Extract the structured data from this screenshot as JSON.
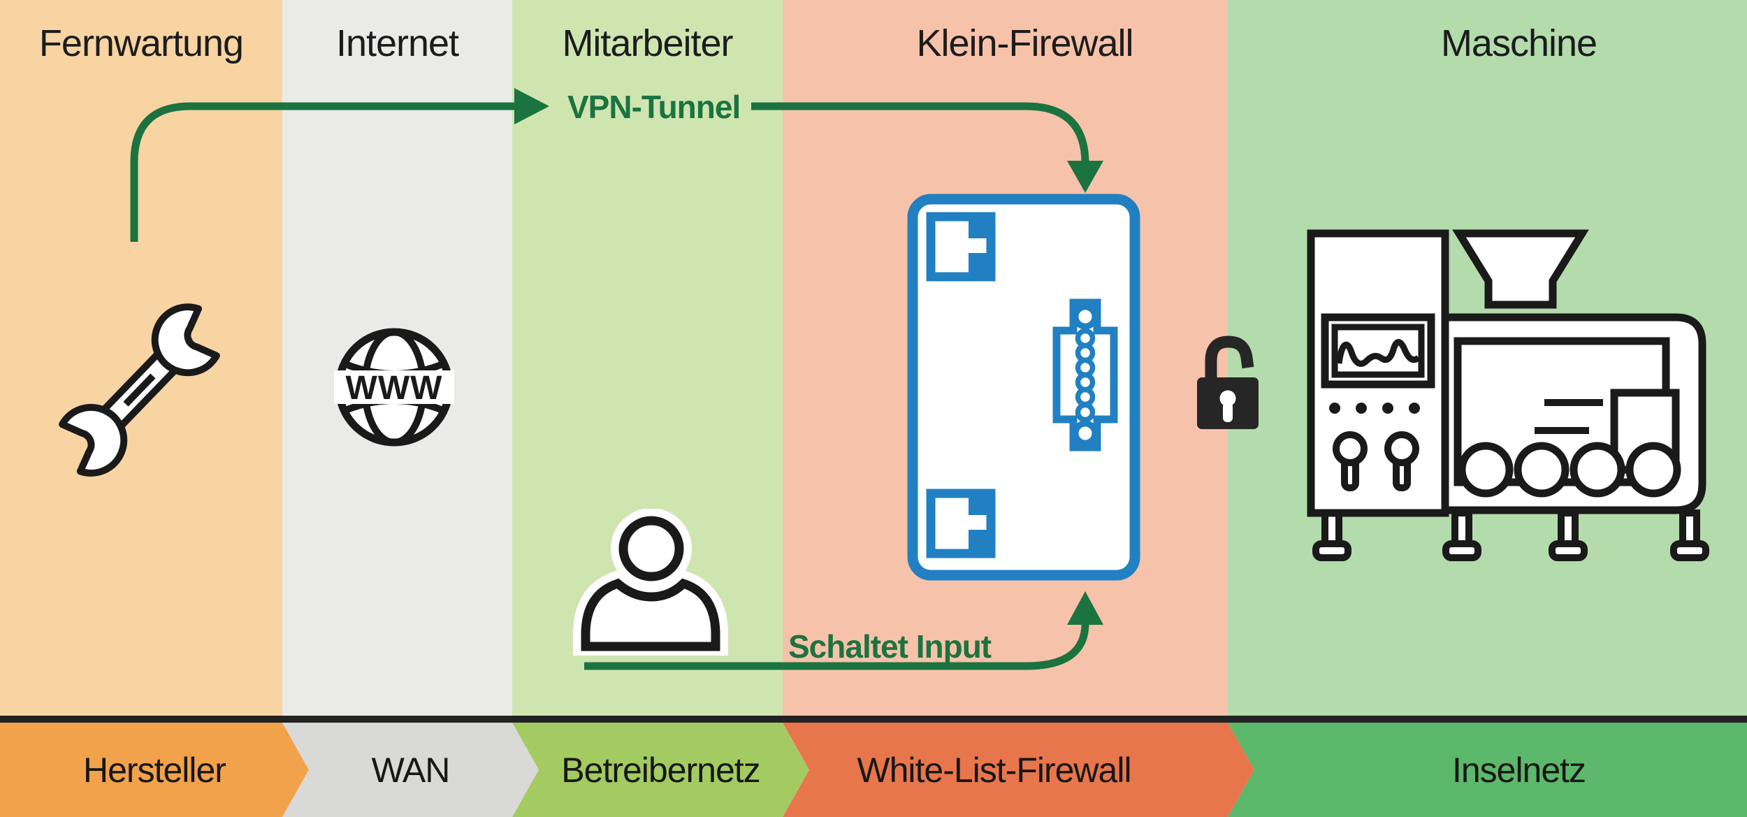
{
  "columns": [
    {
      "label": "Fernwartung",
      "bg": "#F8D4A3"
    },
    {
      "label": "Internet",
      "bg": "#EAEAE9"
    },
    {
      "label": "Mitarbeiter",
      "bg": "#CFE5B0"
    },
    {
      "label": "Klein-Firewall",
      "bg": "#F7C2AA"
    },
    {
      "label": "Maschine",
      "bg": "#B3DBAC"
    }
  ],
  "flow_band": {
    "segments": [
      {
        "label": "Hersteller",
        "color": "#F2A24B"
      },
      {
        "label": "WAN",
        "color": "#D9D9D7"
      },
      {
        "label": "Betreibernetz",
        "color": "#A3CB61"
      },
      {
        "label": "White-List-Firewall",
        "color": "#E8764C"
      },
      {
        "label": "Inselnetz",
        "color": "#5CB86A"
      }
    ],
    "separator_color": "#222222"
  },
  "annotations": {
    "vpn_tunnel": "VPN-Tunnel",
    "schaltet_input": "Schaltet Input",
    "arrow_color": "#1B7340"
  },
  "icons": {
    "globe_text": "WWW",
    "fernwartung_icon": "wrench",
    "internet_icon": "www-globe",
    "mitarbeiter_icon": "person",
    "klein_firewall_icon": "firewall-device-with-ethernet-ports-and-terminal-connector",
    "maschine_icon": "industrial-machine-with-hopper-and-conveyor",
    "between_firewall_and_machine_icon": "open-padlock",
    "device_color": "#2180C2",
    "outline_color": "#1A1A1A",
    "padlock_color": "#262626"
  }
}
